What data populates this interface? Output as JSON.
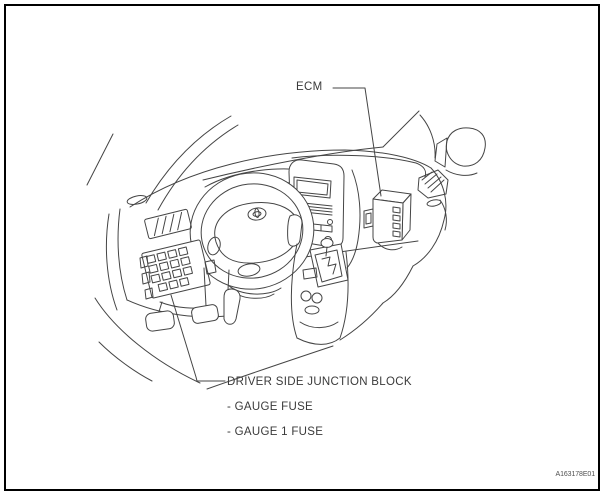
{
  "figure": {
    "code": "A163178E01",
    "description": "Line-art illustration of a vehicle instrument panel (driver area) showing component locations"
  },
  "callouts": {
    "ecm_label": "ECM",
    "junction_block_label": "DRIVER SIDE JUNCTION BLOCK",
    "fuse_items": [
      "- GAUGE FUSE",
      "- GAUGE 1 FUSE"
    ]
  },
  "colors": {
    "background": "#ffffff",
    "border": "#000000",
    "line": "#454545",
    "text": "#3a3a3a",
    "figure_code_text": "#4f4f4f"
  }
}
